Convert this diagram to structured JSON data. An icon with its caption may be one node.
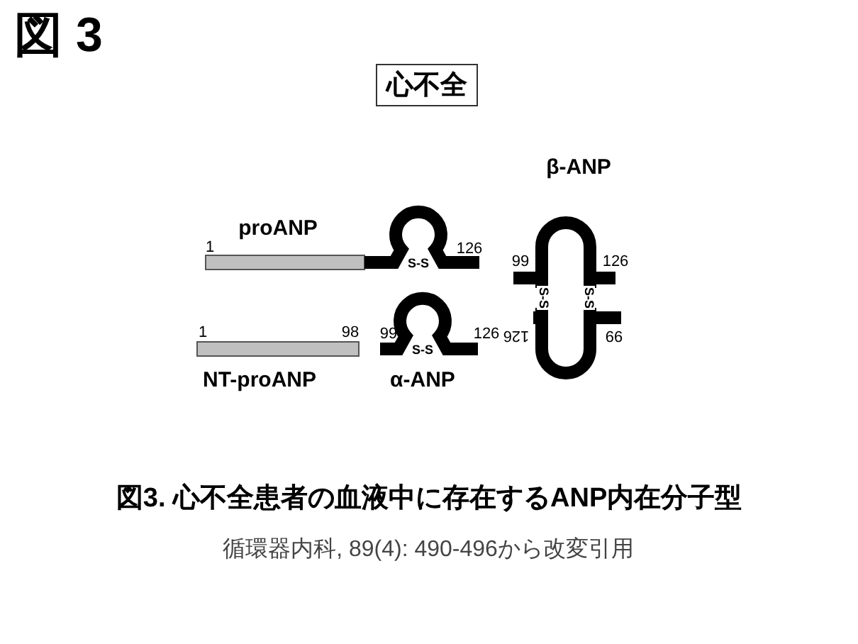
{
  "diagram": {
    "title": "図 3",
    "caption": "図3. 心不全患者の血液中に存在するANP内在分子型",
    "nodes": [
      {
        "text": [
          "心不全"
        ]
      }
    ],
    "labels": [
      "proANP",
      "β-ANP",
      "1",
      "126",
      "S-S",
      "99",
      "126",
      "S-S",
      "S-S",
      "1",
      "98",
      "99",
      "S-S",
      "126",
      "126",
      "99",
      "NT-proANP",
      "α-ANP",
      "循環器内科, 89(4): 490-496から改変引用"
    ]
  }
}
